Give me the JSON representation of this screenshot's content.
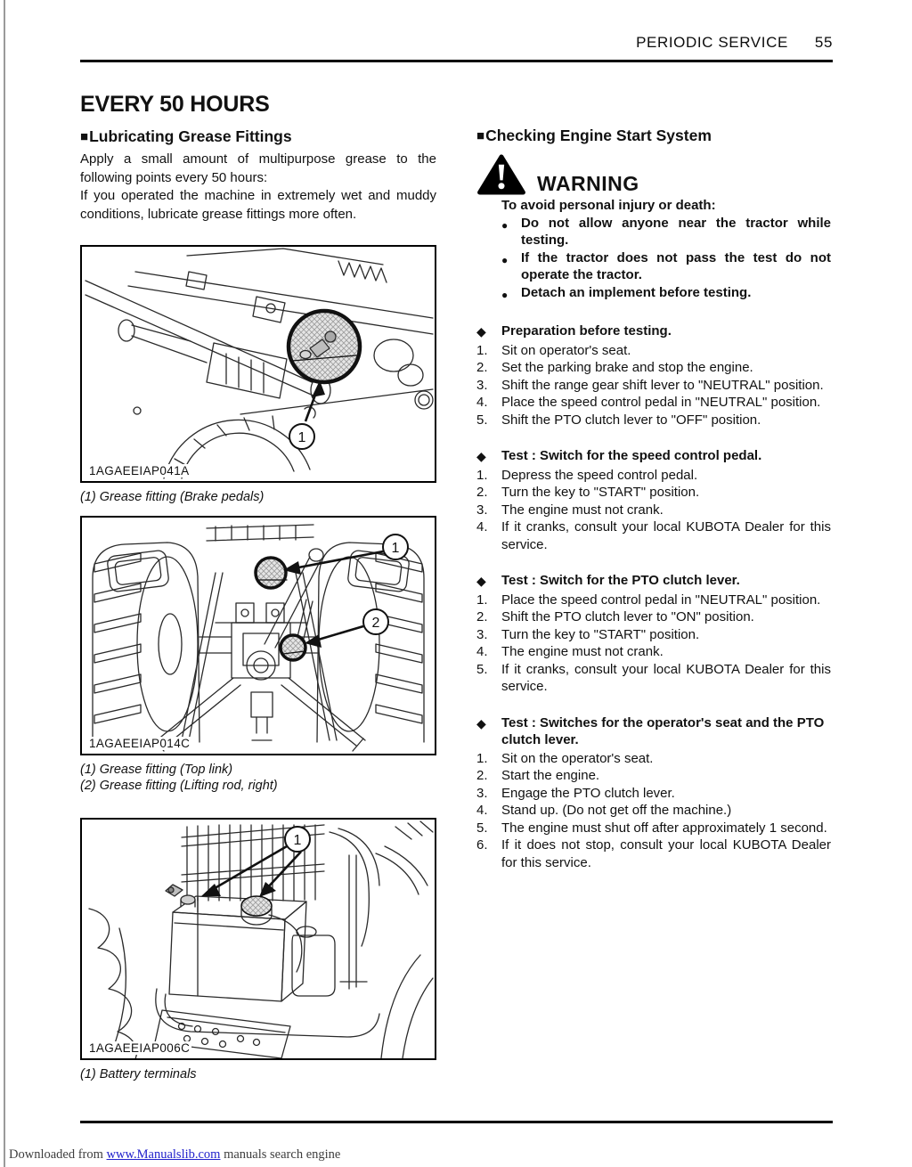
{
  "header": {
    "title": "PERIODIC SERVICE",
    "page_number": "55"
  },
  "icons": {
    "square": "■",
    "diamond": "◆",
    "bullet": "●"
  },
  "left_column": {
    "section_title": "EVERY 50 HOURS",
    "subsection_title": "Lubricating Grease Fittings",
    "paragraphs": [
      "Apply a small amount of multipurpose grease to the following points every 50 hours:",
      "If you operated the machine in extremely wet and muddy conditions, lubricate grease fittings more often."
    ],
    "figures": [
      {
        "code": "1AGAEEIAP041A",
        "callouts": [
          "1"
        ],
        "captions": [
          "(1) Grease fitting (Brake pedals)"
        ]
      },
      {
        "code": "1AGAEEIAP014C",
        "callouts": [
          "1",
          "2"
        ],
        "captions": [
          "(1) Grease fitting (Top link)",
          "(2) Grease fitting (Lifting rod, right)"
        ]
      },
      {
        "code": "1AGAEEIAP006C",
        "callouts": [
          "1"
        ],
        "captions": [
          "(1) Battery terminals"
        ]
      }
    ]
  },
  "right_column": {
    "subsection_title": "Checking Engine Start System",
    "warning": {
      "label": "WARNING",
      "intro": "To avoid personal injury or death:",
      "bullets": [
        "Do not allow anyone near the tractor while testing.",
        "If the tractor does not pass the test do not operate the tractor.",
        "Detach an implement before testing."
      ]
    },
    "blocks": [
      {
        "heading": "Preparation before testing.",
        "items": [
          "Sit on operator's seat.",
          "Set the parking brake and stop the engine.",
          "Shift the range gear shift lever to \"NEUTRAL\" position.",
          "Place the speed control pedal in \"NEUTRAL\" position.",
          "Shift the PTO clutch lever to \"OFF\" position."
        ]
      },
      {
        "heading": "Test : Switch for the speed control pedal.",
        "items": [
          "Depress the speed control pedal.",
          "Turn the key to \"START\" position.",
          "The engine must not crank.",
          "If it cranks, consult your local KUBOTA Dealer for this service."
        ]
      },
      {
        "heading": "Test : Switch for the PTO clutch lever.",
        "items": [
          "Place the speed control pedal in \"NEUTRAL\" position.",
          "Shift the PTO clutch lever to \"ON\" position.",
          "Turn the key to \"START\" position.",
          "The engine must not crank.",
          "If it cranks, consult your local KUBOTA Dealer for this service."
        ]
      },
      {
        "heading": "Test : Switches for the operator's seat and the PTO clutch lever.",
        "items": [
          "Sit on the operator's seat.",
          "Start the engine.",
          "Engage the PTO clutch lever.",
          "Stand up. (Do not get off the machine.)",
          "The engine must shut off after approximately 1 second.",
          "If it does not stop, consult your local KUBOTA Dealer for this service."
        ]
      }
    ]
  },
  "footer": {
    "prefix": "Downloaded from",
    "link_text": "www.Manualslib.com",
    "suffix": "manuals search engine",
    "link_color": "#2222cc",
    "text_color": "#3e3e3e"
  }
}
